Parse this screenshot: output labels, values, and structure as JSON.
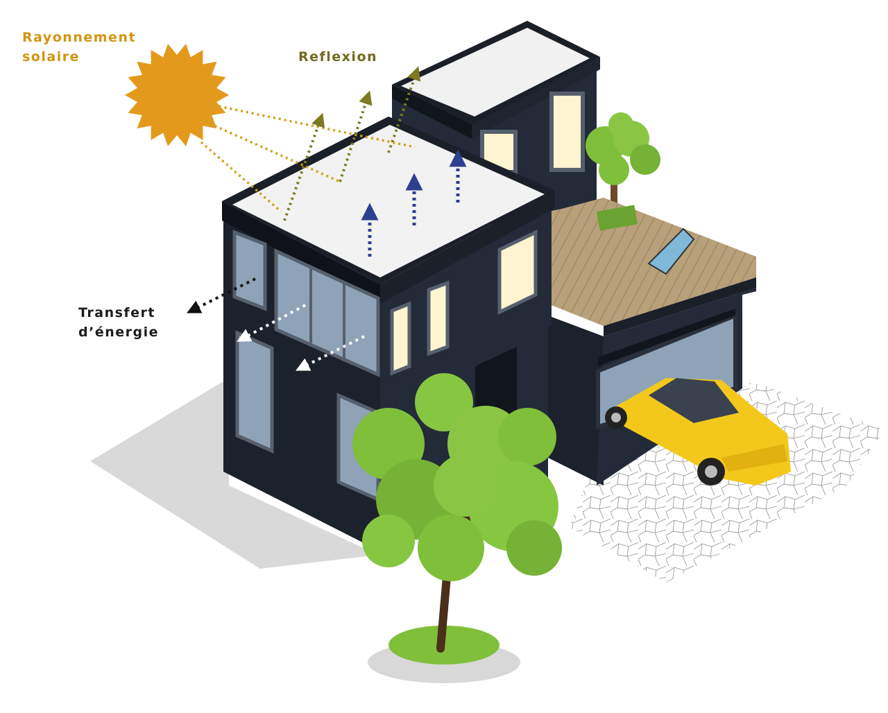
{
  "labels": {
    "solar_line1": "Rayonnement",
    "solar_line2": "solaire",
    "reflection": "Reflexion",
    "transfer_line1": "Transfert",
    "transfer_line2": "d’énergie"
  },
  "colors": {
    "solar_label": "#d4940f",
    "sun": "#e39a1c",
    "reflection_label": "#6f6b1e",
    "reflection_arrow": "#7d7a22",
    "emission_arrow": "#2f3f8f",
    "transfer_label": "#1c1c1c",
    "building": "#232b38",
    "roof": "#f1f1f1",
    "window": "#fff6d8",
    "glass": "#8fa3b8",
    "green_roof_deck": "#b49b72",
    "tree": "#7fbf3a",
    "car": "#f3c81b"
  },
  "icons": [
    "sun-icon",
    "reflection-arrow-icon",
    "emission-arrow-icon",
    "energy-transfer-arrow-icon",
    "tree-icon",
    "car-icon",
    "deck-chair-icon"
  ]
}
